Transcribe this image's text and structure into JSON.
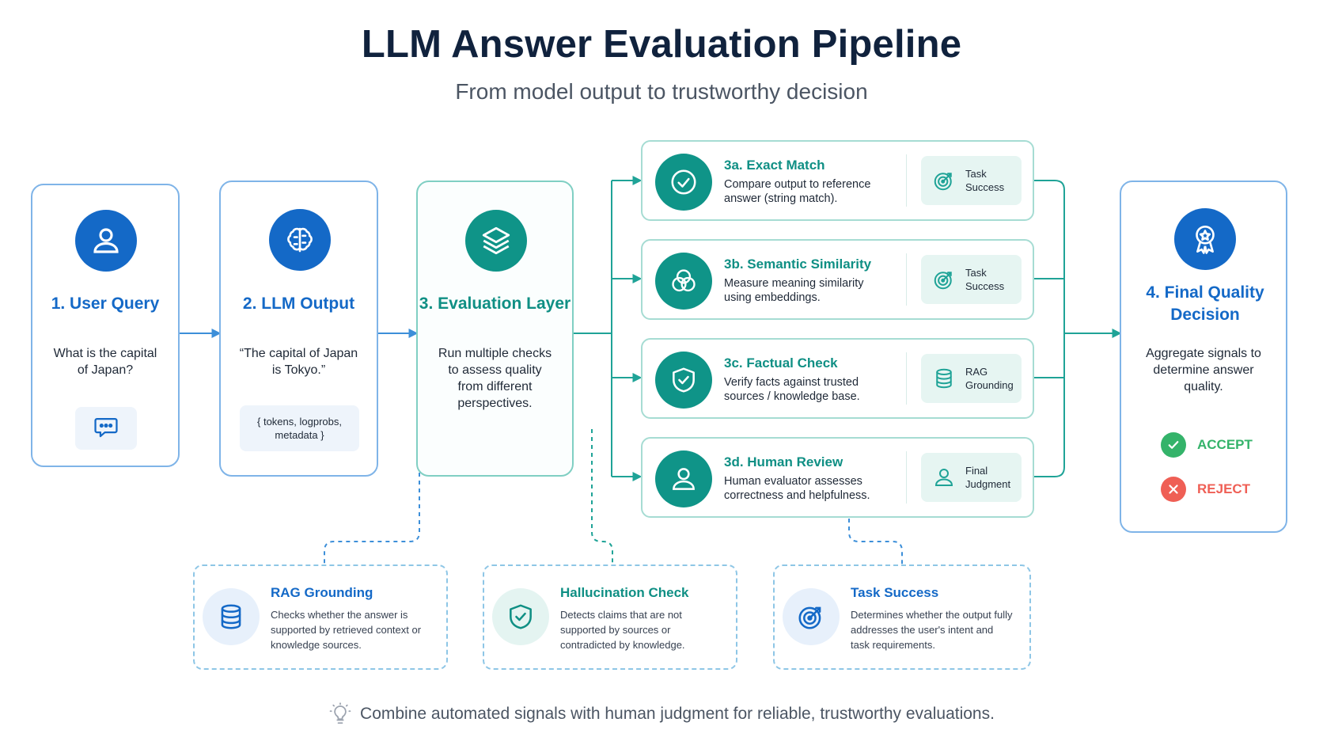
{
  "header": {
    "title": "LLM Answer Evaluation Pipeline",
    "subtitle": "From model output to trustworthy decision"
  },
  "stages": {
    "user_query": {
      "title": "1. User Query",
      "body": "What is the capital of Japan?",
      "icon": "user-icon",
      "chip_icon": "chat-bubble-icon"
    },
    "llm_output": {
      "title": "2. LLM Output",
      "body": "“The capital of Japan is Tokyo.”",
      "chip": "{ tokens, logprobs, metadata }",
      "icon": "brain-icon"
    },
    "evaluation_layer": {
      "title": "3. Evaluation Layer",
      "body": "Run multiple checks to assess quality from different perspectives.",
      "icon": "layers-icon"
    },
    "final_decision": {
      "title": "4. Final Quality Decision",
      "body": "Aggregate signals to determine answer quality.",
      "icon": "award-icon",
      "accept": "ACCEPT",
      "reject": "REJECT"
    }
  },
  "checks": [
    {
      "title": "3a. Exact Match",
      "desc": "Compare output to reference answer (string match).",
      "badge": "Task Success",
      "icon": "check-circle-icon",
      "badge_icon": "target-icon"
    },
    {
      "title": "3b. Semantic Similarity",
      "desc": "Measure meaning similarity using embeddings.",
      "badge": "Task Success",
      "icon": "venn-circles-icon",
      "badge_icon": "target-icon"
    },
    {
      "title": "3c. Factual Check",
      "desc": "Verify facts against trusted sources / knowledge base.",
      "badge": "RAG Grounding",
      "icon": "shield-check-icon",
      "badge_icon": "database-icon"
    },
    {
      "title": "3d. Human Review",
      "desc": "Human evaluator assesses correctness and helpfulness.",
      "badge": "Final Judgment",
      "icon": "user-icon",
      "badge_icon": "user-icon"
    }
  ],
  "signals": [
    {
      "title": "RAG Grounding",
      "desc": "Checks whether the answer is supported by retrieved context or knowledge sources.",
      "icon": "database-icon",
      "color": "#1469c7"
    },
    {
      "title": "Hallucination Check",
      "desc": "Detects claims that are not supported by sources or contradicted by knowledge.",
      "icon": "shield-check-icon",
      "color": "#0f8f84"
    },
    {
      "title": "Task Success",
      "desc": "Determines whether the output fully addresses the user's intent and task requirements.",
      "icon": "target-icon",
      "color": "#1469c7"
    }
  ],
  "footer": {
    "text": "Combine automated signals with human judgment for reliable, trustworthy evaluations.",
    "icon": "lightbulb-icon"
  },
  "colors": {
    "blue": "#1469c7",
    "teal": "#0f9488",
    "accept": "#34b36a",
    "reject": "#ef5f55",
    "connector_blue": "#3d8fd9",
    "connector_teal": "#1fa397"
  }
}
